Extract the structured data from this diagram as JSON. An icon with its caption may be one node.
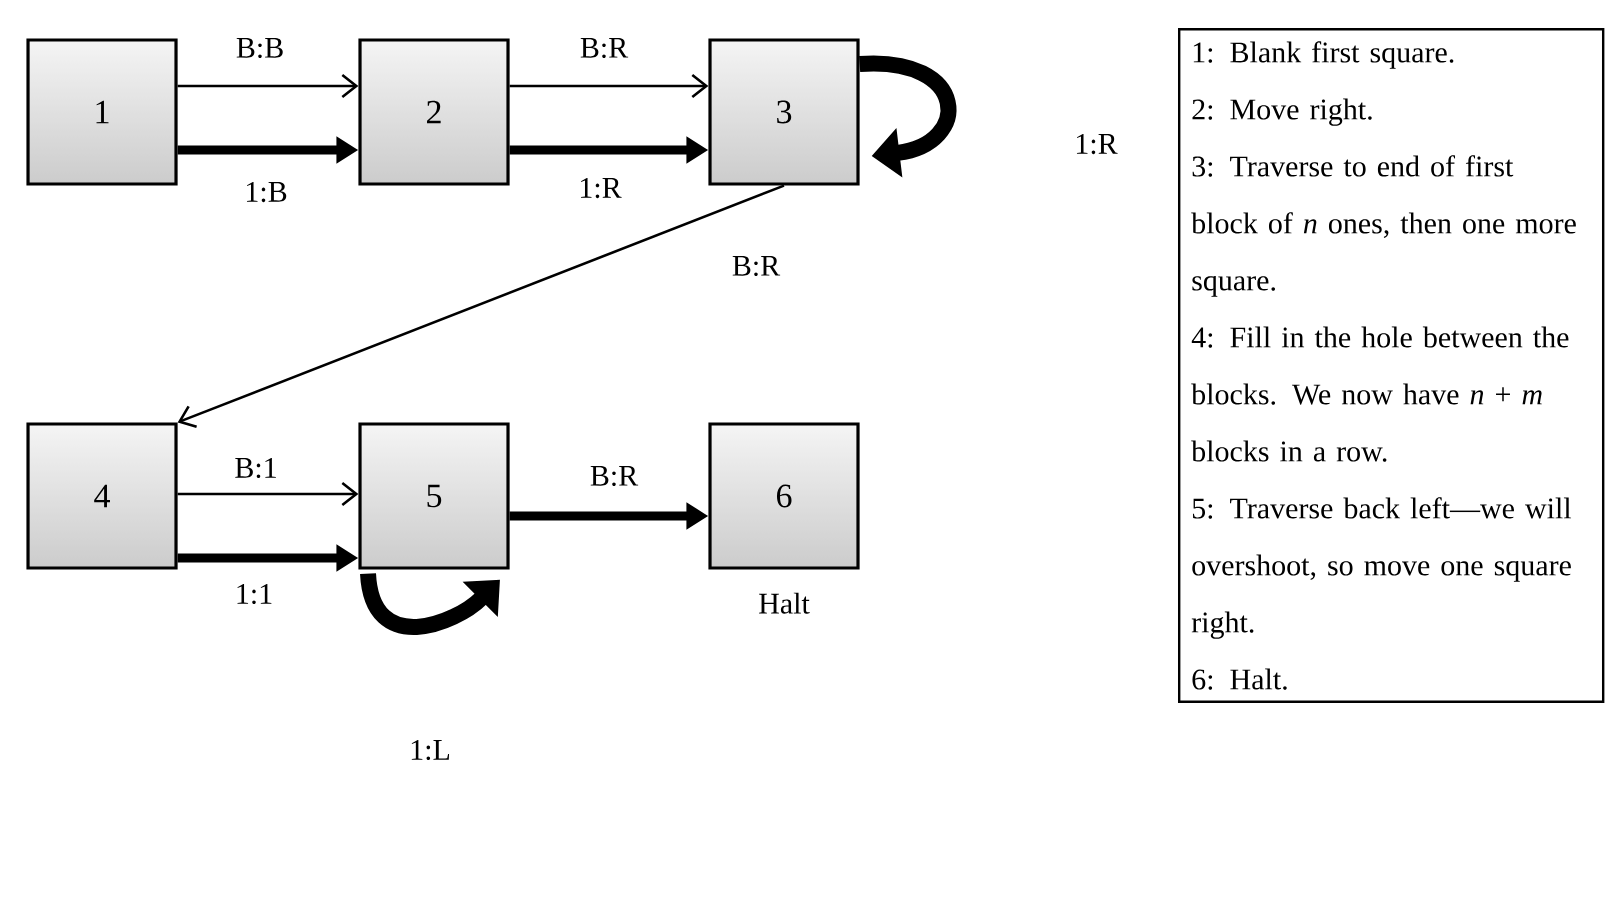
{
  "diagram": {
    "nodes": [
      {
        "text": [
          "1"
        ]
      },
      {
        "text": [
          "2"
        ]
      },
      {
        "text": [
          "3"
        ]
      },
      {
        "text": [
          "4"
        ]
      },
      {
        "text": [
          "5"
        ]
      },
      {
        "text": [
          "6"
        ],
        "beside": [
          "Halt"
        ]
      },
      {
        "text": [
          "1: Blank first square.",
          "2: Move right.",
          "3: Traverse to end of first block of *n* ones, then one more square.",
          "4: Fill in the hole between the blocks. We now have *n* + *m* blocks in a row.",
          "5: Traverse back left—we will overshoot, so move one square right.",
          "6: Halt."
        ]
      }
    ],
    "edges": [
      {
        "from": 0,
        "to": 1,
        "arrow": "to",
        "label": "B:B"
      },
      {
        "from": 0,
        "to": 1,
        "arrow": "to",
        "label": "1:B"
      },
      {
        "from": 1,
        "to": 2,
        "arrow": "to",
        "label": "B:R"
      },
      {
        "from": 1,
        "to": 2,
        "arrow": "to",
        "label": "1:R"
      },
      {
        "from": 2,
        "to": 2,
        "arrow": "to",
        "label": "1:R"
      },
      {
        "from": 2,
        "to": 3,
        "arrow": "to",
        "label": "B:R"
      },
      {
        "from": 3,
        "to": 4,
        "arrow": "to",
        "label": "B:1"
      },
      {
        "from": 3,
        "to": 4,
        "arrow": "to",
        "label": "1:1"
      },
      {
        "from": 4,
        "to": 4,
        "arrow": "to",
        "label": "1:L"
      },
      {
        "from": 4,
        "to": 5,
        "arrow": "to",
        "label": "B:R"
      }
    ]
  }
}
